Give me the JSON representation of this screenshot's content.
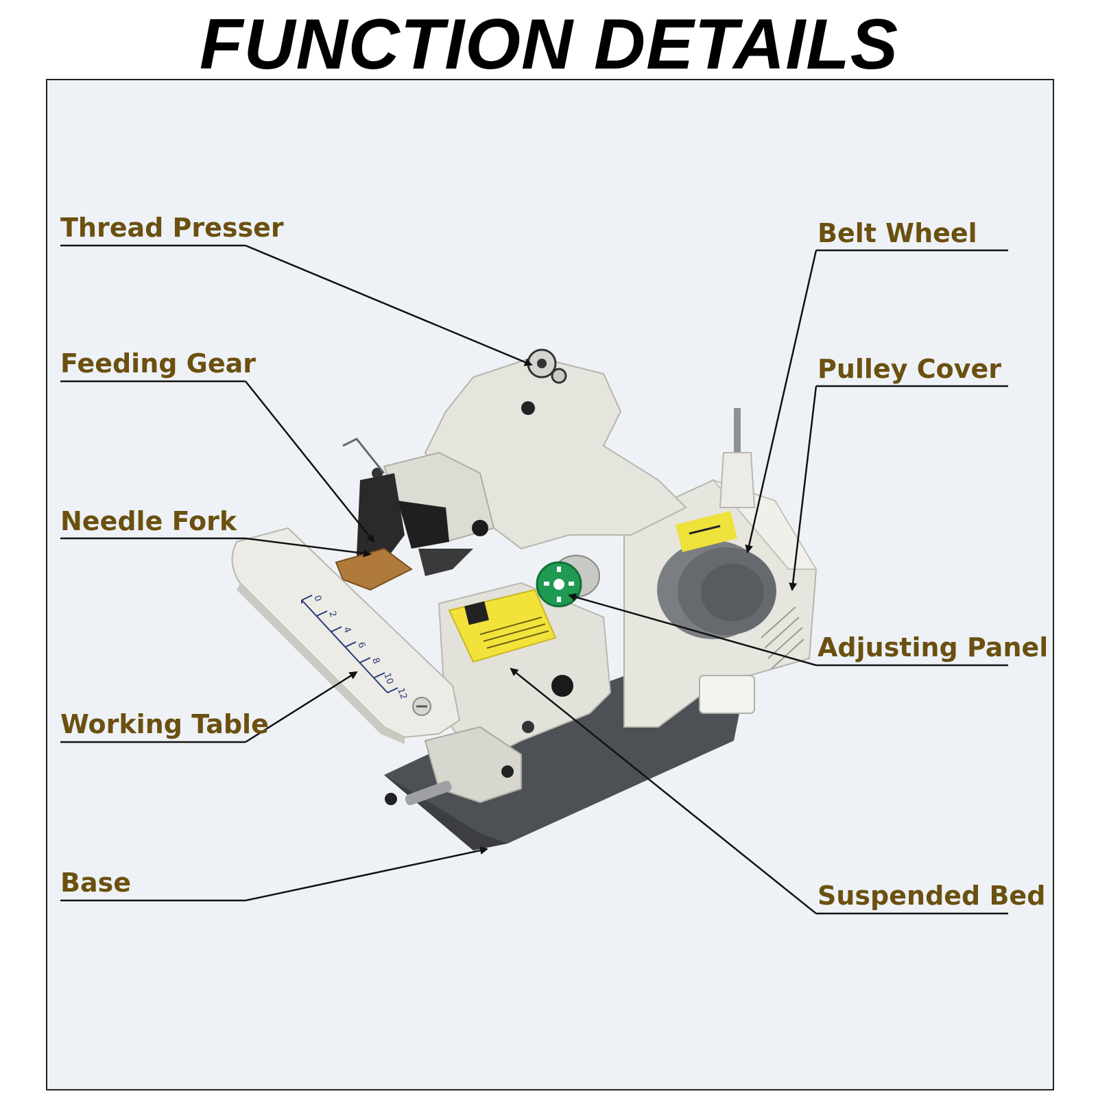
{
  "title": "FUNCTION DETAILS",
  "labels": {
    "thread_presser": "Thread Presser",
    "feeding_gear": "Feeding Gear",
    "needle_fork": "Needle Fork",
    "working_table": "Working Table",
    "base": "Base",
    "belt_wheel": "Belt Wheel",
    "pulley_cover": "Pulley Cover",
    "adjusting_panel": "Adjusting Panel",
    "suspended_bed": "Suspended Bed"
  },
  "scale_ticks": [
    "0",
    "2",
    "4",
    "6",
    "8",
    "10",
    "12"
  ],
  "colors": {
    "label_text": "#6b5010",
    "machine_body": "#e4e3dc",
    "base_plate": "#55575c",
    "dial": "#1f9a52",
    "warning_label": "#f2e23a",
    "belt_wheel": "#6d7176"
  }
}
